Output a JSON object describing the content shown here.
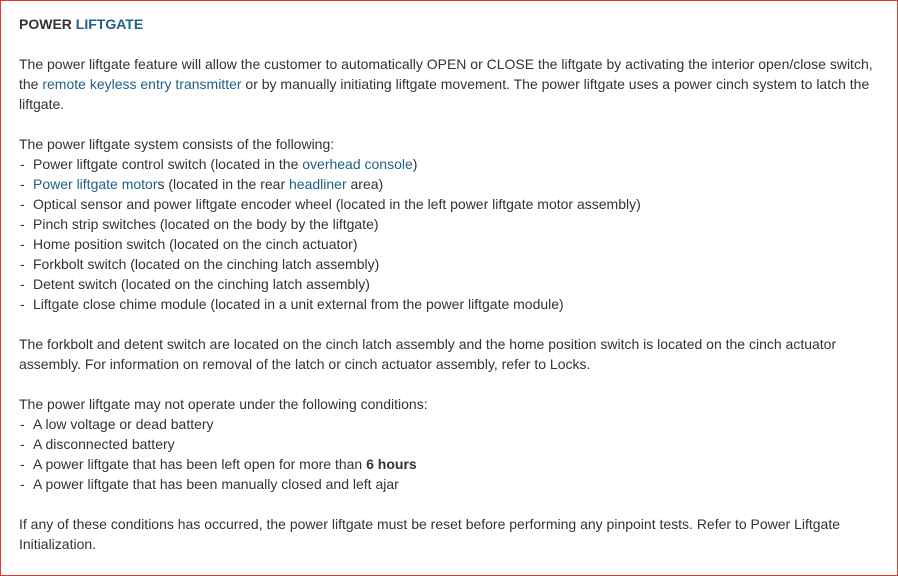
{
  "title": {
    "part1": "POWER",
    "part2": "LIFTGATE"
  },
  "intro": {
    "t1": "The power liftgate feature will allow the customer to automatically OPEN or CLOSE the liftgate by activating the interior open/close switch, the ",
    "link1": "remote keyless entry transmitter",
    "t2": " or by manually initiating liftgate movement. The power liftgate uses a power cinch system to latch the liftgate."
  },
  "system": {
    "heading": "The power liftgate system consists of the following:",
    "items": {
      "i0": {
        "t1": "Power liftgate control switch (located in the ",
        "link": "overhead console",
        "t2": ")"
      },
      "i1": {
        "link1": "Power liftgate motor",
        "t1": "s (located in the rear ",
        "link2": "headliner",
        "t2": " area)"
      },
      "i2": "Optical sensor and power liftgate encoder wheel (located in the left power liftgate motor assembly)",
      "i3": "Pinch strip switches (located on the body by the liftgate)",
      "i4": "Home position switch (located on the cinch actuator)",
      "i5": "Forkbolt switch (located on the cinching latch assembly)",
      "i6": "Detent switch (located on the cinching latch assembly)",
      "i7": "Liftgate close chime module (located in a unit external from the power liftgate module)"
    }
  },
  "switches_para": "The forkbolt and detent switch are located on the cinch latch assembly and the home position switch is located on the cinch actuator assembly. For information on removal of the latch or cinch actuator assembly, refer to Locks.",
  "conditions": {
    "heading": "The power liftgate may not operate under the following conditions:",
    "items": {
      "c0": "A low voltage or dead battery",
      "c1": "A disconnected battery",
      "c2": {
        "t1": "A power liftgate that has been left open for more than ",
        "bold": "6 hours"
      },
      "c3": "A power liftgate that has been manually closed and left ajar"
    }
  },
  "closing_para": "If any of these conditions has occurred, the power liftgate must be reset before performing any pinpoint tests. Refer to Power Liftgate Initialization.",
  "list_marker": "-",
  "colors": {
    "link": "#1f5f8b",
    "text": "#333333",
    "border": "#d83a3a"
  }
}
